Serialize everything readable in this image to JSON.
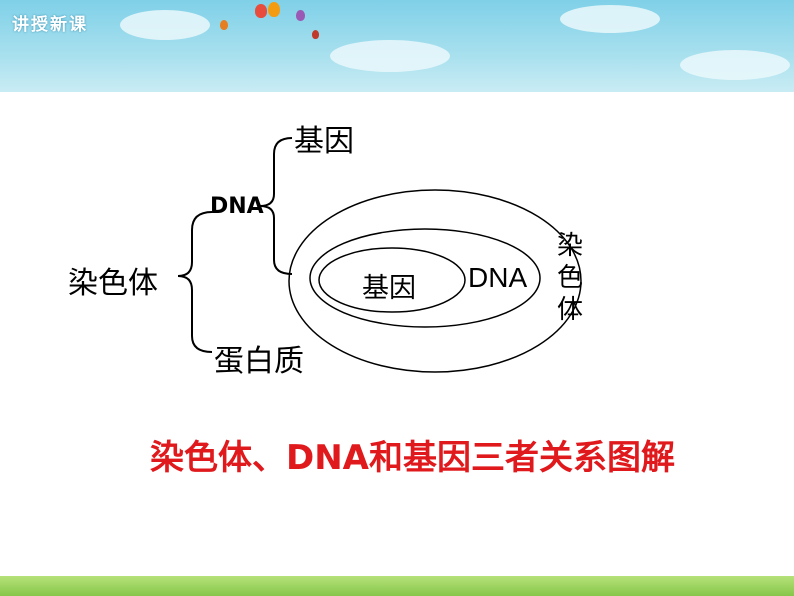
{
  "header": {
    "label": "讲授新课"
  },
  "tree": {
    "root": "染色体",
    "dna": "DNA",
    "gene": "基因",
    "protein": "蛋白质"
  },
  "venn": {
    "inner": "基因",
    "middle": "DNA",
    "outer_chars": [
      "染",
      "色",
      "体"
    ]
  },
  "caption": "染色体、DNA和基因三者关系图解",
  "colors": {
    "caption": "#e0191d",
    "sky": "#7fd0e8",
    "grass": "#86c649"
  }
}
